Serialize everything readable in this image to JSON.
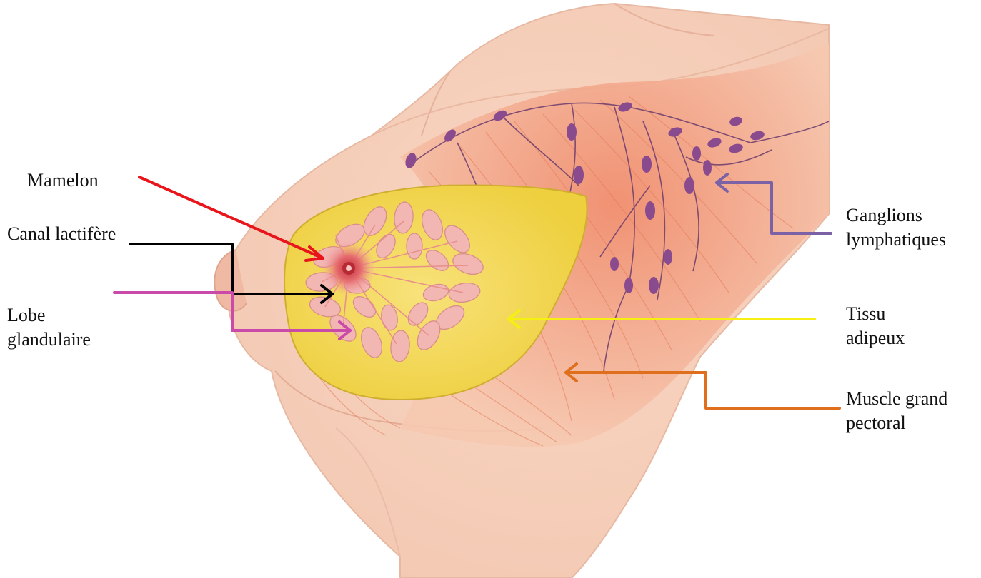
{
  "labels": {
    "mamelon": "Mamelon",
    "canal": "Canal lactifère",
    "lobe_line1": "Lobe",
    "lobe_line2": "glandulaire",
    "ganglions_line1": "Ganglions",
    "ganglions_line2": "lymphatiques",
    "tissu_line1": "Tissu",
    "tissu_line2": "adipeux",
    "muscle_line1": "Muscle grand",
    "muscle_line2": "pectoral"
  },
  "colors": {
    "mamelon": "#e8151b",
    "canal": "#000000",
    "lobe": "#c94aa8",
    "ganglions": "#7b62a6",
    "tissu": "#f5ef12",
    "muscle": "#df6f1c",
    "skin": "#f6d2bf",
    "fat": "#f2d647",
    "gland": "#f1b0ad",
    "node": "#8a4a8e"
  }
}
